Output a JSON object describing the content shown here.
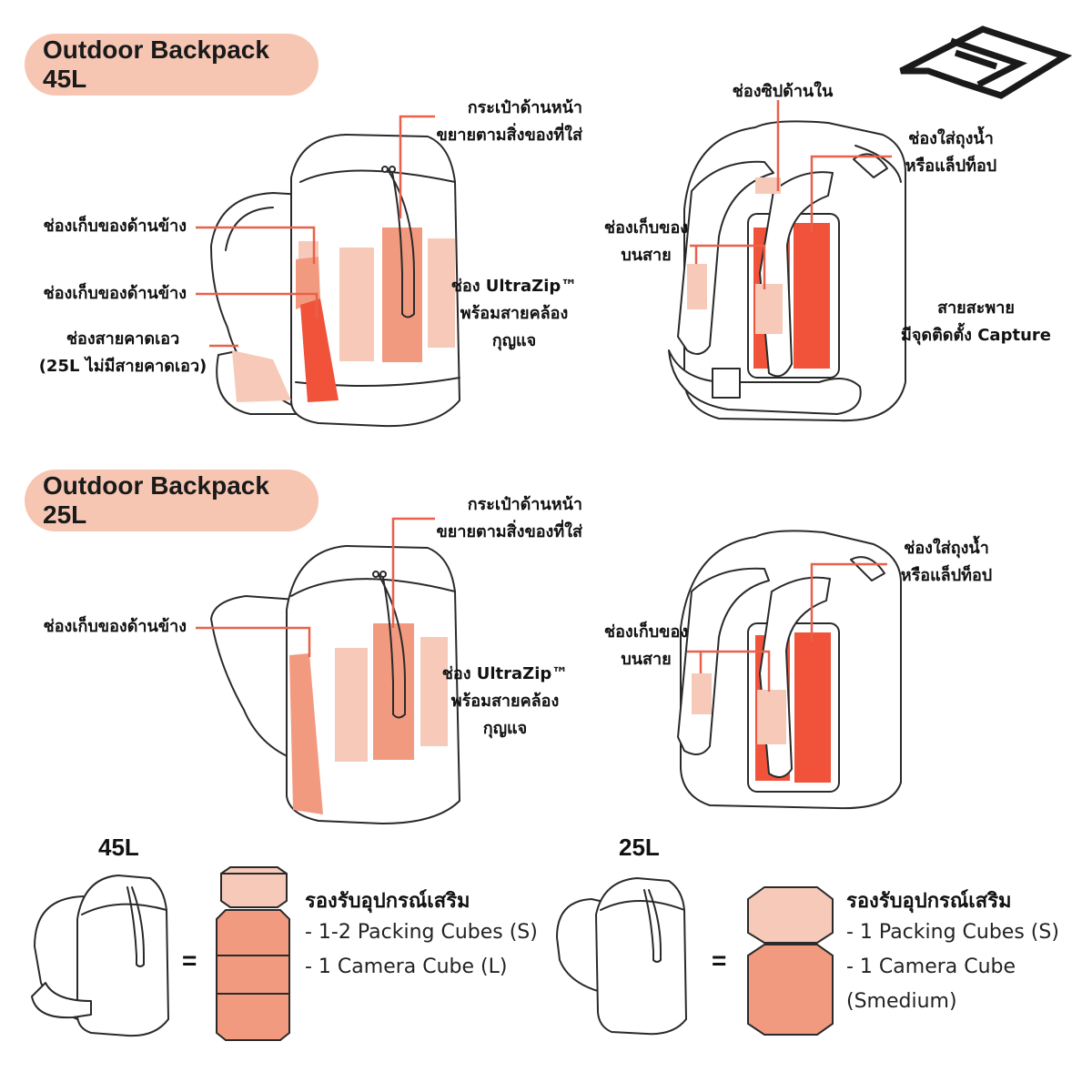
{
  "colors": {
    "pill": "#f6c6b3",
    "accent": "#f0533a",
    "mid": "#f29a80",
    "light": "#f7c9b9",
    "outline": "#2a2a2a"
  },
  "logo": {
    "icon": "pd-logo"
  },
  "section45": {
    "title": "Outdoor Backpack 45L",
    "front": {
      "front_pocket_1": "กระเป๋าด้านหน้า",
      "front_pocket_2": "ขยายตามสิ่งของที่ใส่",
      "side_pocket_1": "ช่องเก็บของด้านข้าง",
      "side_pocket_2": "ช่องเก็บของด้านข้าง",
      "hipbelt_1": "ช่องสายคาดเอว",
      "hipbelt_2": "(25L ไม่มีสายคาดเอว)",
      "ultrazip_1": "ช่อง UltraZip™",
      "ultrazip_2": "พร้อมสายคล้อง",
      "ultrazip_3": "กุญแจ"
    },
    "back": {
      "inner_zip": "ช่องซิปด้านใน",
      "water_1": "ช่องใส่ถุงน้ำ",
      "water_2": "หรือแล็ปท็อป",
      "strap_pocket_1": "ช่องเก็บของ",
      "strap_pocket_2": "บนสาย",
      "shoulder_1": "สายสะพาย",
      "shoulder_2": "มีจุดติดตั้ง Capture"
    }
  },
  "section25": {
    "title": "Outdoor Backpack 25L",
    "front": {
      "front_pocket_1": "กระเป๋าด้านหน้า",
      "front_pocket_2": "ขยายตามสิ่งของที่ใส่",
      "side_pocket": "ช่องเก็บของด้านข้าง",
      "ultrazip_1": "ช่อง UltraZip™",
      "ultrazip_2": "พร้อมสายคล้อง",
      "ultrazip_3": "กุญแจ"
    },
    "back": {
      "water_1": "ช่องใส่ถุงน้ำ",
      "water_2": "หรือแล็ปท็อป",
      "strap_pocket_1": "ช่องเก็บของ",
      "strap_pocket_2": "บนสาย"
    }
  },
  "capacity": {
    "left": {
      "size": "45L",
      "equals": "=",
      "heading": "รองรับอุปกรณ์เสริม",
      "item1": "- 1-2 Packing Cubes (S)",
      "item2": "- 1 Camera Cube (L)"
    },
    "right": {
      "size": "25L",
      "equals": "=",
      "heading": "รองรับอุปกรณ์เสริม",
      "item1": "- 1 Packing Cubes (S)",
      "item2": "- 1 Camera Cube",
      "item3": "(Smedium)"
    }
  }
}
